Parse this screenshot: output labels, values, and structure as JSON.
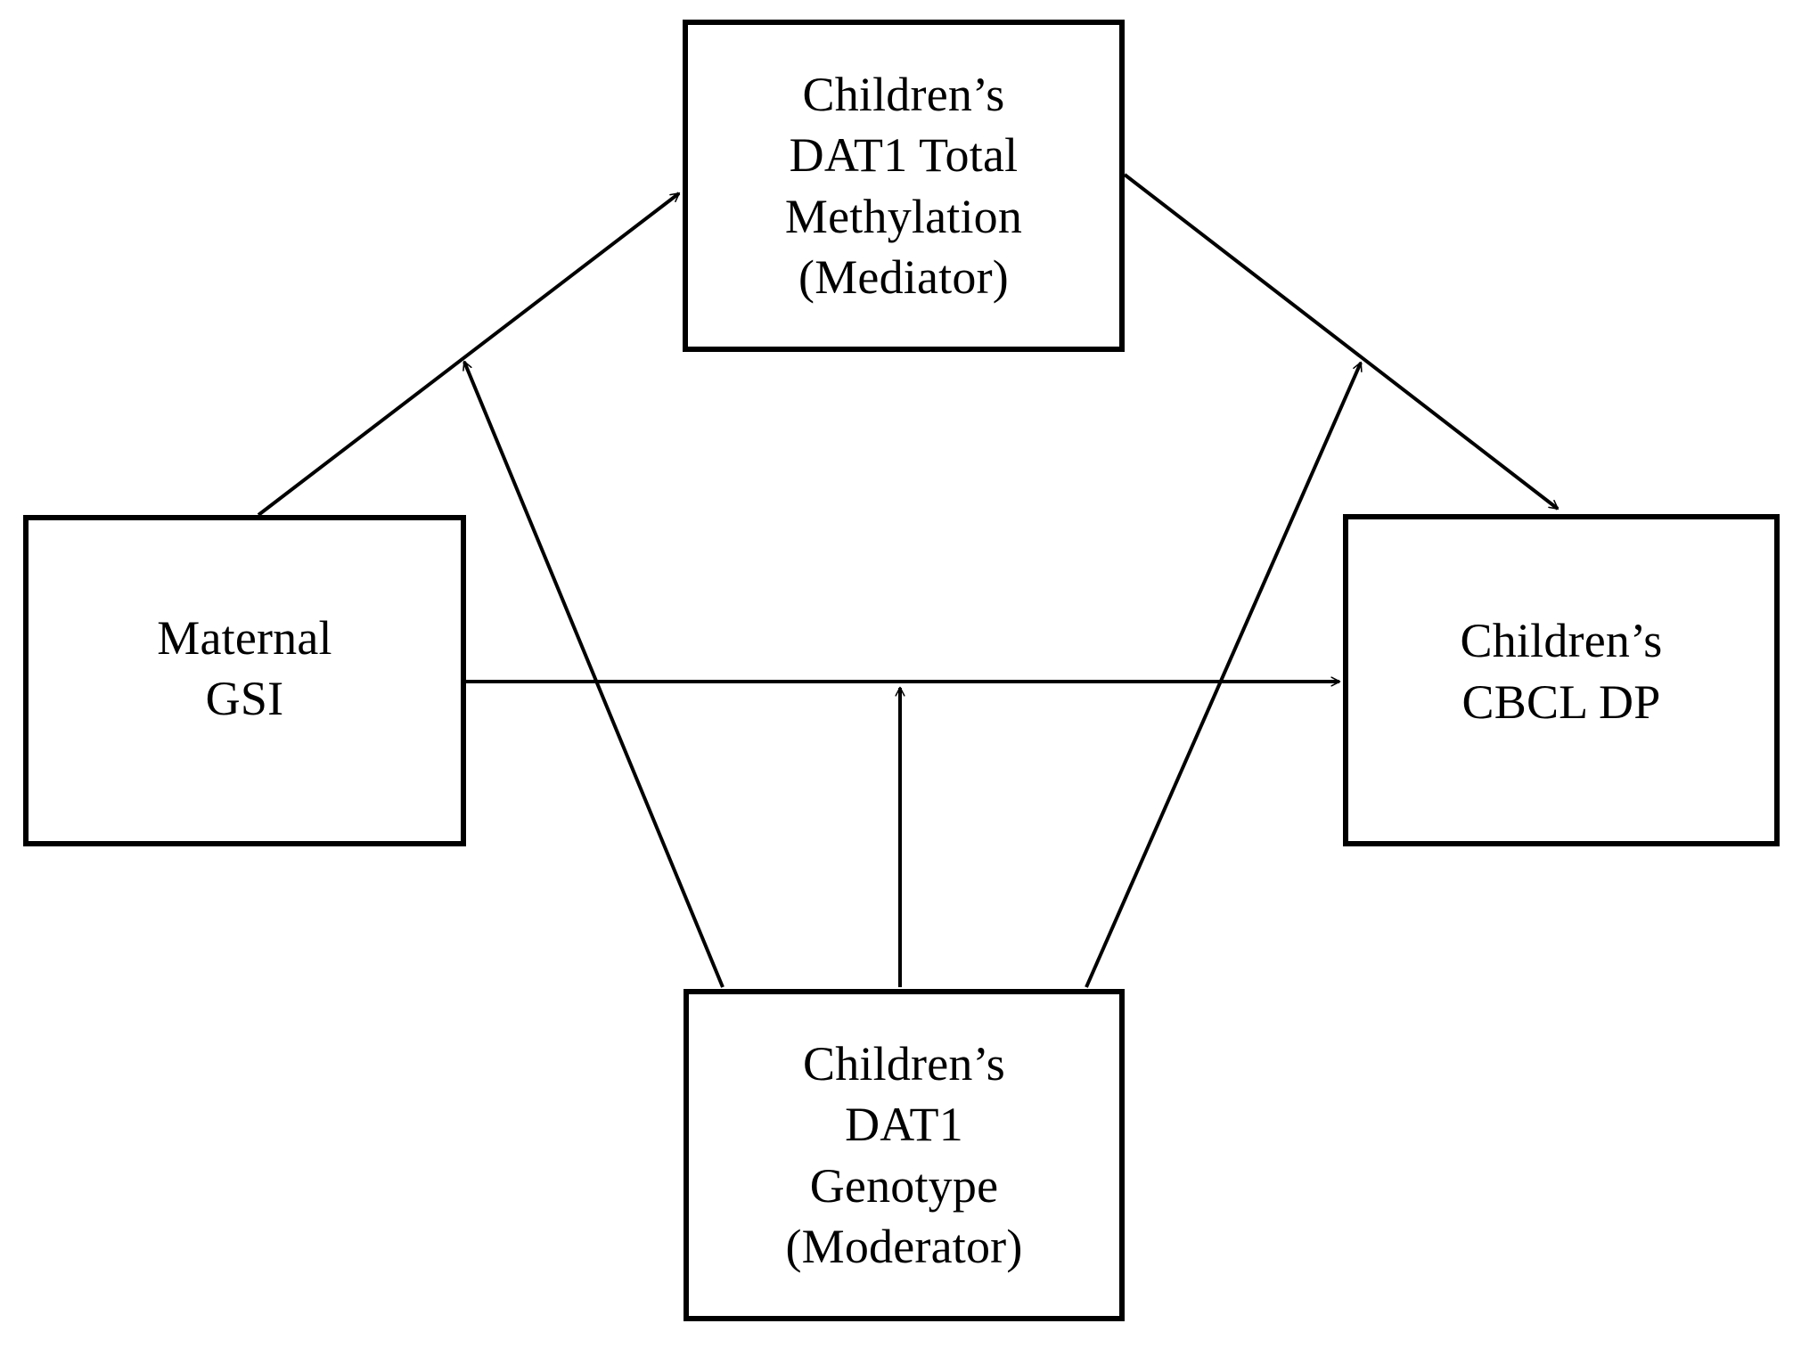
{
  "diagram": {
    "type": "path-model",
    "title": "",
    "background_color": "#ffffff",
    "line_color": "#000000",
    "box_border_color": "#000000",
    "nodes": [
      {
        "id": "mediator",
        "role": "mediator",
        "lines": [
          "Children’s",
          "DAT1 Total",
          "Methylation",
          "(Mediator)"
        ]
      },
      {
        "id": "predictor",
        "role": "predictor",
        "lines": [
          "Maternal",
          "GSI"
        ]
      },
      {
        "id": "outcome",
        "role": "outcome",
        "lines": [
          "Children’s",
          "CBCL DP"
        ]
      },
      {
        "id": "moderator",
        "role": "moderator",
        "lines": [
          "Children’s",
          "DAT1",
          "Genotype",
          "(Moderator)"
        ]
      }
    ],
    "edges": [
      {
        "id": "a-path",
        "from": "predictor",
        "to": "mediator",
        "kind": "direct"
      },
      {
        "id": "b-path",
        "from": "mediator",
        "to": "outcome",
        "kind": "direct"
      },
      {
        "id": "c-path",
        "from": "predictor",
        "to": "outcome",
        "kind": "direct"
      },
      {
        "id": "mod-a-path",
        "from": "moderator",
        "to": "a-path",
        "kind": "moderation"
      },
      {
        "id": "mod-b-path",
        "from": "moderator",
        "to": "b-path",
        "kind": "moderation"
      },
      {
        "id": "mod-c-path",
        "from": "moderator",
        "to": "c-path",
        "kind": "moderation"
      }
    ]
  }
}
